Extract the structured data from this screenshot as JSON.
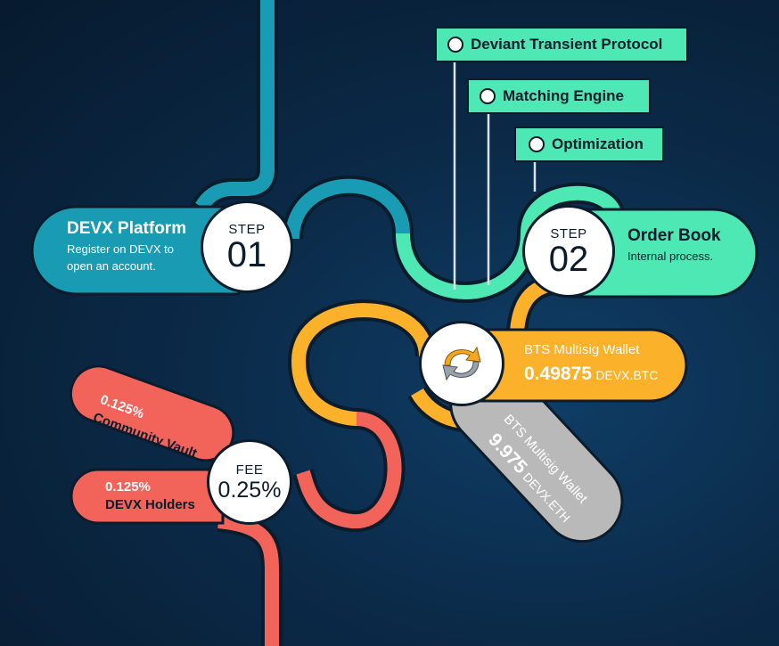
{
  "colors": {
    "teal": "#1a9bb4",
    "mint": "#4ee8b4",
    "orange": "#fbb12a",
    "gray": "#b9b9b9",
    "coral": "#f2635a",
    "dark": "#0b1c2c"
  },
  "step1": {
    "title": "DEVX Platform",
    "desc_line1": "Register on DEVX to",
    "desc_line2": "open an account.",
    "step_label": "STEP",
    "step_number": "01"
  },
  "step2": {
    "title": "Order Book",
    "desc": "Internal process.",
    "step_label": "STEP",
    "step_number": "02"
  },
  "tags": [
    {
      "label": "Deviant Transient Protocol"
    },
    {
      "label": "Matching Engine"
    },
    {
      "label": "Optimization"
    }
  ],
  "btc_wallet": {
    "title": "BTS Multisig Wallet",
    "amount": "0.49875",
    "unit": "DEVX.BTC"
  },
  "eth_wallet": {
    "title": "BTS Multisig Wallet",
    "amount": "9.975",
    "unit": "DEVX.ETH"
  },
  "exchange_icon": "swap-arrows-icon",
  "fee": {
    "label": "FEE",
    "value": "0.25%",
    "vault_pct": "0.125%",
    "vault_label": "Community Vault",
    "holders_pct": "0.125%",
    "holders_label": "DEVX Holders"
  }
}
